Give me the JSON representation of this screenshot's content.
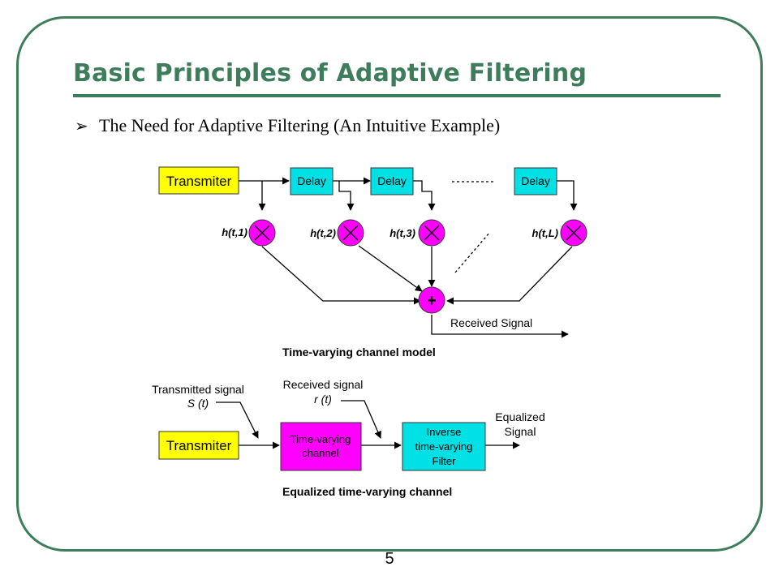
{
  "slide": {
    "title": "Basic Principles of Adaptive Filtering",
    "bullet_icon": "arrow-bullet-icon",
    "bullet": "The Need for Adaptive Filtering (An Intuitive Example)",
    "page_number": "5",
    "accent_color": "#3e7d5b"
  },
  "colors": {
    "transmitter": "#ffff00",
    "delay": "#00e1e6",
    "multiplier": "#ff00ff",
    "channel": "#ff00ff",
    "inverse_filter": "#00e1e6"
  },
  "model": {
    "transmitter": "Transmiter",
    "delay": "Delay",
    "taps": [
      "h(t,1)",
      "h(t,2)",
      "h(t,3)",
      "h(t,L)"
    ],
    "adder_symbol": "+",
    "output": "Received Signal",
    "caption": "Time-varying channel model"
  },
  "equalizer": {
    "transmitter": "Transmiter",
    "transmitted_signal": "Transmitted signal",
    "transmitted_symbol": "S (t)",
    "received_signal": "Received signal",
    "received_symbol": "r (t)",
    "channel_line1": "Time-varying",
    "channel_line2": "channel",
    "filter_line1": "Inverse",
    "filter_line2": "time-varying",
    "filter_line3": "Filter",
    "output_line1": "Equalized",
    "output_line2": "Signal",
    "caption": "Equalized time-varying channel"
  }
}
